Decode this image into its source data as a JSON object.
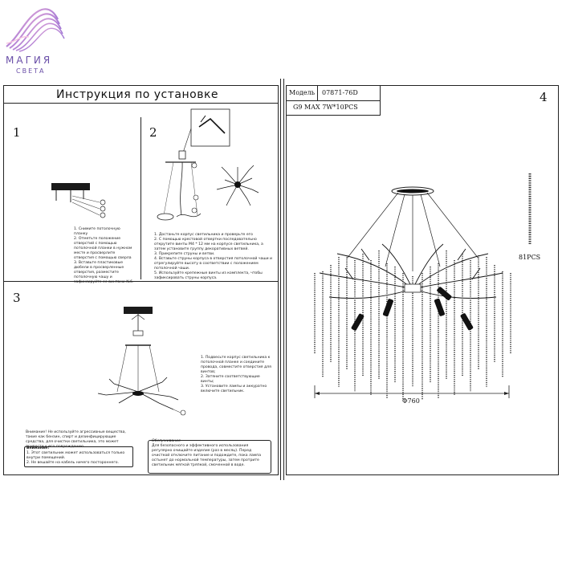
{
  "logo": {
    "line1": "МАГИЯ",
    "line2": "СВЕТА"
  },
  "instructions": {
    "title": "Инструкция по установке",
    "step1": {
      "number": "1",
      "text": "1. Снимите потолочную планку\n2. Отметьте положение отверстий с помощью потолочной планки в нужном месте и просверлите отверстия с помощью сверла\n3. Вставьте пластиковые дюбели в просверленные отверстия, разместите потолочную чашу и зафиксируйте ее винтами №6."
    },
    "step2": {
      "number": "2",
      "text": "1. Достаньте корпус светильника и проверьте его\n2. С помощью крестовой отвертки последовательно открутите винты М4 * 12 мм на корпусе светильника, а затем установите группу декоративных ветвей.\n3. Прикрепите струны и ветви.\n4. Вставьте струны корпуса в отверстия потолочной чаши и отрегулируйте высоту в соответствии с положением потолочной чаши.\n5. Используйте крепежные винты из комплекта, чтобы зафиксировать струны корпуса."
    },
    "step3": {
      "number": "3",
      "text": "1. Подвесьте корпус светильника к потолочной планке и соедините провода, совместите отверстия для винтов;\n2. Затяните соответствующие винты;\n3. Установите лампы и аккуратно включите светильник.",
      "warning": "Внимание! Не используйте агрессивные вещества, такие как бензин, спирт и дезинфицирующие средства, для очистки светильника, это может привести к его повреждению.",
      "note_title": "Внимание!",
      "note_text": "1. Этот светильник может использоваться только внутри помещений.\n2. Не вешайте на кабель ничего постороннего.",
      "service_title": "Обслуживание",
      "service_text": "Для безопасного и эффективного использования регулярно очищайте изделие (раз в месяц). Перед очисткой отключите питание и подождите, пока лампа остынет до нормальной температуры, затем протрите светильник мягкой тряпкой, смоченной в воде."
    }
  },
  "spec": {
    "label_model": "Модель",
    "model": "07871-76D",
    "bulbs": "G9  MAX 7W*10PCS",
    "panel_number": "4",
    "pendants": "81PCS",
    "diameter": "Φ760"
  }
}
